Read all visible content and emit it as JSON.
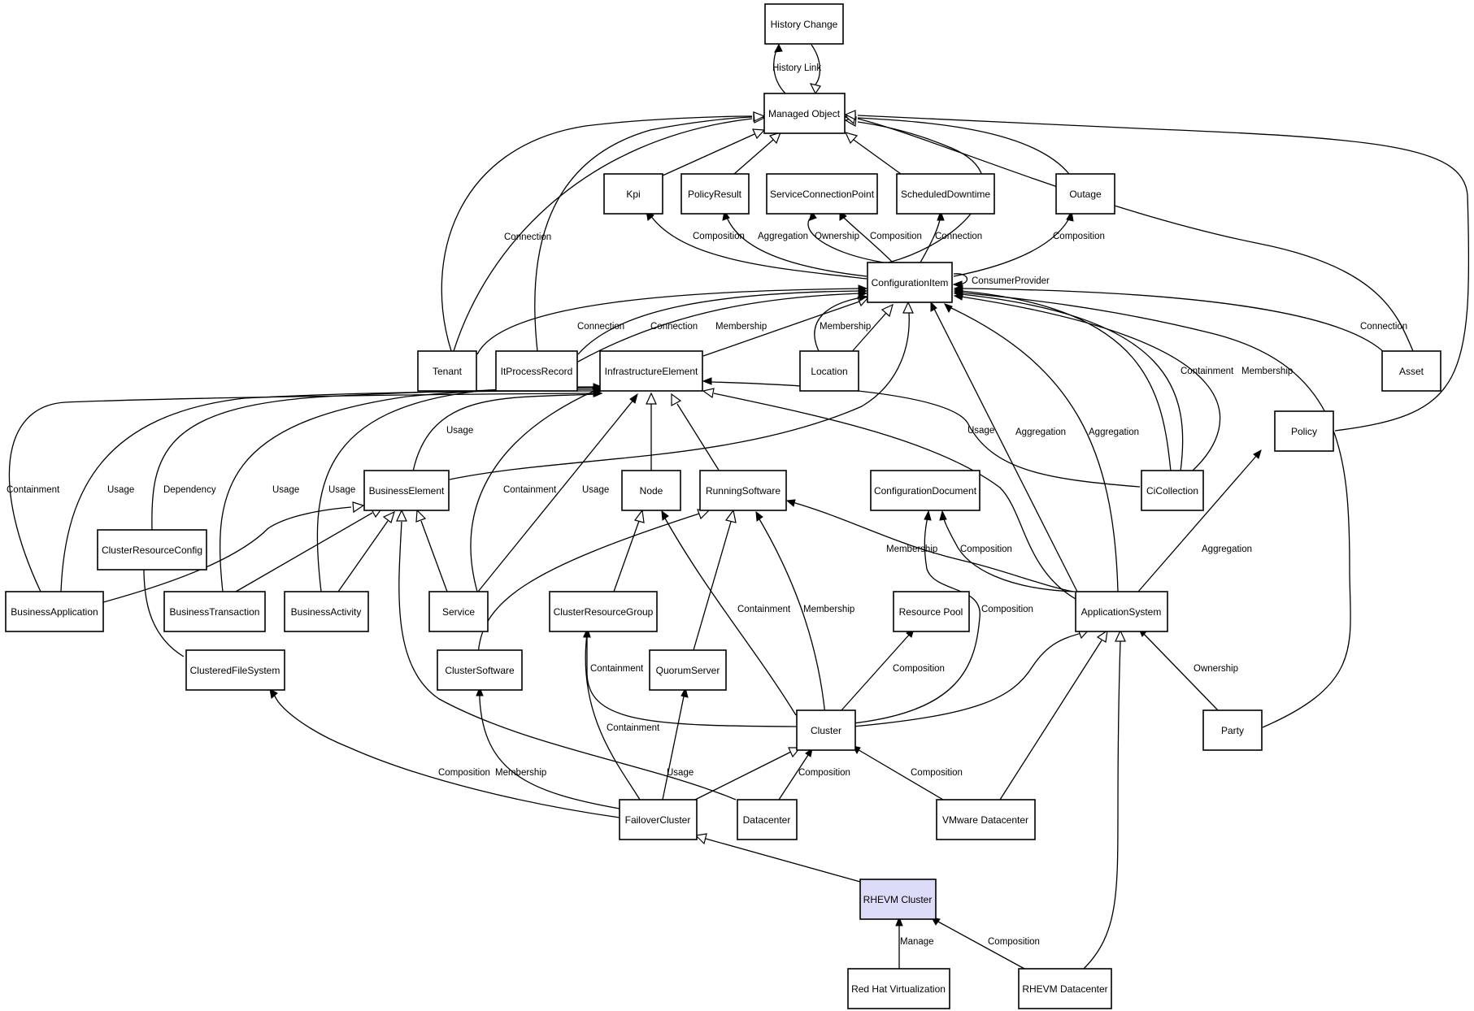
{
  "nodes": [
    {
      "id": "history_change",
      "label": "History Change"
    },
    {
      "id": "managed_object",
      "label": "Managed Object"
    },
    {
      "id": "kpi",
      "label": "Kpi"
    },
    {
      "id": "policy_result",
      "label": "PolicyResult"
    },
    {
      "id": "service_connection_point",
      "label": "ServiceConnectionPoint"
    },
    {
      "id": "scheduled_downtime",
      "label": "ScheduledDowntime"
    },
    {
      "id": "outage",
      "label": "Outage"
    },
    {
      "id": "configuration_item",
      "label": "ConfigurationItem"
    },
    {
      "id": "tenant",
      "label": "Tenant"
    },
    {
      "id": "it_process_record",
      "label": "ItProcessRecord"
    },
    {
      "id": "infrastructure_element",
      "label": "InfrastructureElement"
    },
    {
      "id": "location",
      "label": "Location"
    },
    {
      "id": "asset",
      "label": "Asset"
    },
    {
      "id": "policy",
      "label": "Policy"
    },
    {
      "id": "business_element",
      "label": "BusinessElement"
    },
    {
      "id": "node",
      "label": "Node"
    },
    {
      "id": "running_software",
      "label": "RunningSoftware"
    },
    {
      "id": "configuration_document",
      "label": "ConfigurationDocument"
    },
    {
      "id": "ci_collection",
      "label": "CiCollection"
    },
    {
      "id": "cluster_resource_config",
      "label": "ClusterResourceConfig"
    },
    {
      "id": "business_application",
      "label": "BusinessApplication"
    },
    {
      "id": "business_transaction",
      "label": "BusinessTransaction"
    },
    {
      "id": "business_activity",
      "label": "BusinessActivity"
    },
    {
      "id": "service",
      "label": "Service"
    },
    {
      "id": "cluster_resource_group",
      "label": "ClusterResourceGroup"
    },
    {
      "id": "resource_pool",
      "label": "Resource Pool"
    },
    {
      "id": "application_system",
      "label": "ApplicationSystem"
    },
    {
      "id": "clustered_file_system",
      "label": "ClusteredFileSystem"
    },
    {
      "id": "cluster_software",
      "label": "ClusterSoftware"
    },
    {
      "id": "quorum_server",
      "label": "QuorumServer"
    },
    {
      "id": "cluster",
      "label": "Cluster"
    },
    {
      "id": "party",
      "label": "Party"
    },
    {
      "id": "failover_cluster",
      "label": "FailoverCluster"
    },
    {
      "id": "datacenter",
      "label": "Datacenter"
    },
    {
      "id": "vmware_datacenter",
      "label": "VMware Datacenter"
    },
    {
      "id": "rhevm_cluster",
      "label": "RHEVM Cluster",
      "highlight": true
    },
    {
      "id": "red_hat_virtualization",
      "label": "Red Hat Virtualization"
    },
    {
      "id": "rhevm_datacenter",
      "label": "RHEVM Datacenter"
    }
  ],
  "edge_labels": {
    "history_link": "History Link",
    "connection": "Connection",
    "composition": "Composition",
    "aggregation": "Aggregation",
    "ownership": "Ownership",
    "consumer_provider": "ConsumerProvider",
    "membership": "Membership",
    "containment": "Containment",
    "usage": "Usage",
    "dependency": "Dependency",
    "manage": "Manage"
  },
  "edges": [
    {
      "from": "managed_object",
      "to": "history_change",
      "label": "History Link",
      "arrow": "filled"
    },
    {
      "from": "history_change",
      "to": "managed_object",
      "label": "",
      "arrow": "open"
    },
    {
      "from": "kpi",
      "to": "managed_object",
      "label": "",
      "arrow": "open"
    },
    {
      "from": "policy_result",
      "to": "managed_object",
      "label": "",
      "arrow": "open"
    },
    {
      "from": "scheduled_downtime",
      "to": "managed_object",
      "label": "",
      "arrow": "open"
    },
    {
      "from": "outage",
      "to": "managed_object",
      "label": "",
      "arrow": "open"
    },
    {
      "from": "configuration_item",
      "to": "managed_object",
      "label": "",
      "arrow": "open"
    },
    {
      "from": "tenant",
      "to": "managed_object",
      "label": "Connection",
      "arrow": "open"
    },
    {
      "from": "it_process_record",
      "to": "managed_object",
      "label": "",
      "arrow": "open"
    },
    {
      "from": "asset",
      "to": "managed_object",
      "label": "",
      "arrow": "open"
    },
    {
      "from": "policy",
      "to": "managed_object",
      "label": "",
      "arrow": "open"
    },
    {
      "from": "configuration_item",
      "to": "kpi",
      "label": "Composition",
      "arrow": "filled"
    },
    {
      "from": "configuration_item",
      "to": "policy_result",
      "label": "Aggregation",
      "arrow": "filled"
    },
    {
      "from": "configuration_item",
      "to": "service_connection_point",
      "label": "Ownership",
      "arrow": "filled"
    },
    {
      "from": "configuration_item",
      "to": "service_connection_point",
      "label": "Composition",
      "arrow": "filled"
    },
    {
      "from": "configuration_item",
      "to": "scheduled_downtime",
      "label": "Connection",
      "arrow": "filled"
    },
    {
      "from": "configuration_item",
      "to": "outage",
      "label": "Composition",
      "arrow": "filled"
    },
    {
      "from": "configuration_item",
      "to": "configuration_item",
      "label": "ConsumerProvider",
      "arrow": "filled"
    },
    {
      "from": "tenant",
      "to": "configuration_item",
      "label": "Connection",
      "arrow": "filled"
    },
    {
      "from": "it_process_record",
      "to": "configuration_item",
      "label": "Connection",
      "arrow": "filled"
    },
    {
      "from": "it_process_record",
      "to": "configuration_item",
      "label": "Membership",
      "arrow": "filled"
    },
    {
      "from": "infrastructure_element",
      "to": "configuration_item",
      "label": "",
      "arrow": "open"
    },
    {
      "from": "location",
      "to": "configuration_item",
      "label": "Membership",
      "arrow": "filled"
    },
    {
      "from": "location",
      "to": "configuration_item",
      "label": "",
      "arrow": "open"
    },
    {
      "from": "asset",
      "to": "configuration_item",
      "label": "Connection",
      "arrow": "filled"
    },
    {
      "from": "ci_collection",
      "to": "configuration_item",
      "label": "Containment",
      "arrow": "filled"
    },
    {
      "from": "ci_collection",
      "to": "configuration_item",
      "label": "Membership",
      "arrow": "filled"
    },
    {
      "from": "ci_collection",
      "to": "configuration_item",
      "label": "",
      "arrow": "open"
    },
    {
      "from": "business_element",
      "to": "configuration_item",
      "label": "",
      "arrow": "open"
    },
    {
      "from": "application_system",
      "to": "configuration_item",
      "label": "Aggregation",
      "arrow": "filled"
    },
    {
      "from": "application_system",
      "to": "configuration_item",
      "label": "Aggregation",
      "arrow": "filled"
    },
    {
      "from": "party",
      "to": "configuration_item",
      "label": "",
      "arrow": "filled"
    },
    {
      "from": "business_element",
      "to": "infrastructure_element",
      "label": "Usage",
      "arrow": "filled"
    },
    {
      "from": "node",
      "to": "infrastructure_element",
      "label": "",
      "arrow": "open"
    },
    {
      "from": "running_software",
      "to": "infrastructure_element",
      "label": "",
      "arrow": "open"
    },
    {
      "from": "ci_collection",
      "to": "infrastructure_element",
      "label": "Usage",
      "arrow": "filled"
    },
    {
      "from": "business_application",
      "to": "infrastructure_element",
      "label": "Containment",
      "arrow": "filled"
    },
    {
      "from": "business_application",
      "to": "infrastructure_element",
      "label": "Usage",
      "arrow": "filled"
    },
    {
      "from": "cluster_resource_config",
      "to": "infrastructure_element",
      "label": "Dependency",
      "arrow": "filled"
    },
    {
      "from": "business_transaction",
      "to": "infrastructure_element",
      "label": "Usage",
      "arrow": "filled"
    },
    {
      "from": "business_activity",
      "to": "infrastructure_element",
      "label": "Usage",
      "arrow": "filled"
    },
    {
      "from": "service",
      "to": "infrastructure_element",
      "label": "Containment",
      "arrow": "filled"
    },
    {
      "from": "service",
      "to": "infrastructure_element",
      "label": "Usage",
      "arrow": "filled"
    },
    {
      "from": "application_system",
      "to": "infrastructure_element",
      "label": "",
      "arrow": "open"
    },
    {
      "from": "business_application",
      "to": "business_element",
      "label": "",
      "arrow": "open"
    },
    {
      "from": "business_transaction",
      "to": "business_element",
      "label": "",
      "arrow": "open"
    },
    {
      "from": "business_activity",
      "to": "business_element",
      "label": "",
      "arrow": "open"
    },
    {
      "from": "service",
      "to": "business_element",
      "label": "",
      "arrow": "open"
    },
    {
      "from": "datacenter",
      "to": "business_element",
      "label": "",
      "arrow": "open"
    },
    {
      "from": "cluster_resource_group",
      "to": "node",
      "label": "",
      "arrow": "open"
    },
    {
      "from": "cluster",
      "to": "node",
      "label": "Containment",
      "arrow": "filled"
    },
    {
      "from": "cluster_software",
      "to": "running_software",
      "label": "",
      "arrow": "open"
    },
    {
      "from": "quorum_server",
      "to": "running_software",
      "label": "",
      "arrow": "open"
    },
    {
      "from": "cluster",
      "to": "running_software",
      "label": "Membership",
      "arrow": "filled"
    },
    {
      "from": "application_system",
      "to": "running_software",
      "label": "Membership",
      "arrow": "filled"
    },
    {
      "from": "application_system",
      "to": "configuration_document",
      "label": "Composition",
      "arrow": "filled"
    },
    {
      "from": "cluster",
      "to": "configuration_document",
      "label": "Composition",
      "arrow": "filled"
    },
    {
      "from": "clustered_file_system",
      "to": "cluster_resource_config",
      "label": "",
      "arrow": "open"
    },
    {
      "from": "application_system",
      "to": "policy",
      "label": "Aggregation",
      "arrow": "filled"
    },
    {
      "from": "cluster",
      "to": "cluster_resource_group",
      "label": "Containment",
      "arrow": "filled"
    },
    {
      "from": "failover_cluster",
      "to": "cluster_resource_group",
      "label": "Containment",
      "arrow": "filled"
    },
    {
      "from": "cluster",
      "to": "resource_pool",
      "label": "Composition",
      "arrow": "filled"
    },
    {
      "from": "cluster",
      "to": "application_system",
      "label": "",
      "arrow": "open"
    },
    {
      "from": "vmware_datacenter",
      "to": "application_system",
      "label": "",
      "arrow": "open"
    },
    {
      "from": "rhevm_datacenter",
      "to": "application_system",
      "label": "",
      "arrow": "open"
    },
    {
      "from": "party",
      "to": "application_system",
      "label": "Ownership",
      "arrow": "filled"
    },
    {
      "from": "failover_cluster",
      "to": "clustered_file_system",
      "label": "Composition",
      "arrow": "filled"
    },
    {
      "from": "failover_cluster",
      "to": "cluster_software",
      "label": "Membership",
      "arrow": "filled"
    },
    {
      "from": "failover_cluster",
      "to": "quorum_server",
      "label": "Usage",
      "arrow": "filled"
    },
    {
      "from": "failover_cluster",
      "to": "cluster",
      "label": "",
      "arrow": "open"
    },
    {
      "from": "datacenter",
      "to": "cluster",
      "label": "Composition",
      "arrow": "filled"
    },
    {
      "from": "vmware_datacenter",
      "to": "cluster",
      "label": "Composition",
      "arrow": "filled"
    },
    {
      "from": "rhevm_cluster",
      "to": "failover_cluster",
      "label": "",
      "arrow": "open"
    },
    {
      "from": "red_hat_virtualization",
      "to": "rhevm_cluster",
      "label": "Manage",
      "arrow": "filled"
    },
    {
      "from": "rhevm_datacenter",
      "to": "rhevm_cluster",
      "label": "Composition",
      "arrow": "filled"
    }
  ]
}
